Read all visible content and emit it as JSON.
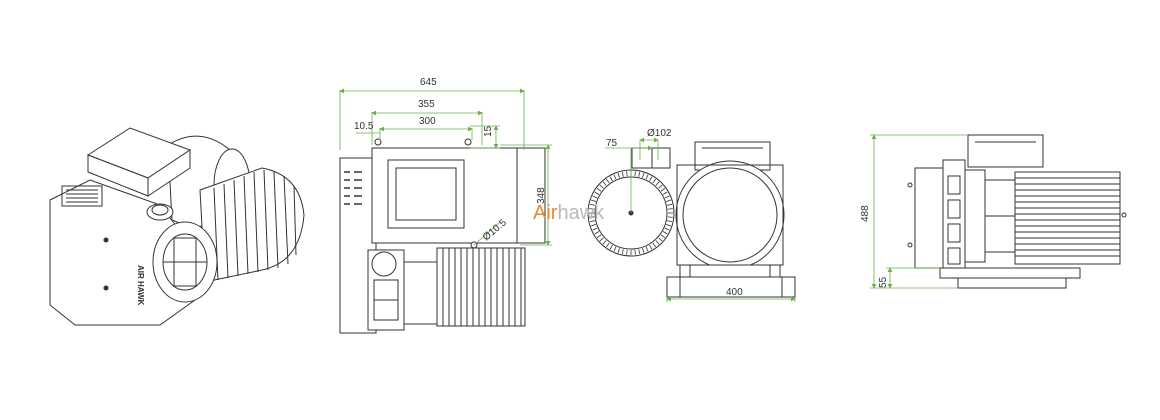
{
  "colors": {
    "line": "#333333",
    "dimension": "#6ab04c",
    "watermark_air": "#e58a2b",
    "watermark_hawk": "#b8b8b8"
  },
  "iso_view": {
    "brand_text": "AIR HAWK"
  },
  "side_view": {
    "dim_overall_length": "645",
    "dim_mount_outer": "355",
    "dim_mount_inner": "300",
    "dim_left_offset": "10.5",
    "dim_top_offset": "15",
    "dim_height": "348",
    "dim_hole_diameter": "Ø10.5"
  },
  "front_view": {
    "dim_pipe_offset": "75",
    "dim_pipe_diameter": "Ø102",
    "dim_base_width": "400",
    "watermark_part1": "Air",
    "watermark_part2": "hawk"
  },
  "rear_view": {
    "dim_total_height": "488",
    "dim_base_height": "55"
  }
}
